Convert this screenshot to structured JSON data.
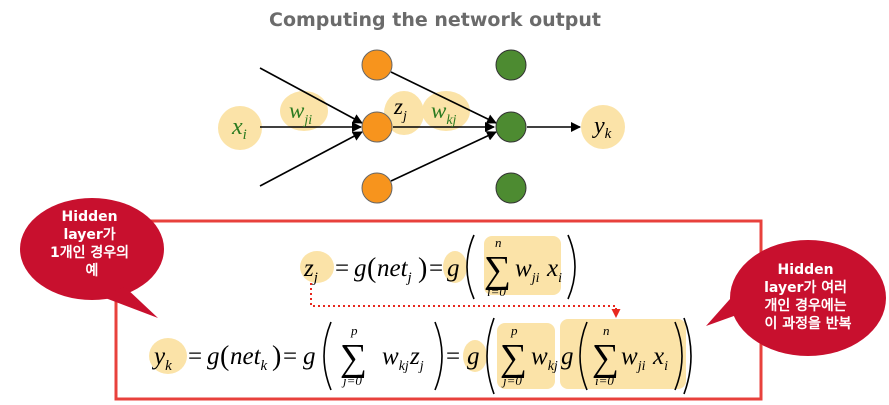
{
  "title": "Computing the network output",
  "network": {
    "input_label": "x",
    "input_sub": "i",
    "weight_in_label": "w",
    "weight_in_sub": "ji",
    "hidden_label": "z",
    "hidden_sub": "j",
    "weight_out_label": "w",
    "weight_out_sub": "kj",
    "output_label": "y",
    "output_sub": "k",
    "colors": {
      "hidden_node": "#f7941d",
      "output_node": "#4d8b31",
      "highlight": "#fbe3a8",
      "frame": "#e8413c",
      "callout": "#c8102e"
    }
  },
  "callouts": {
    "left": [
      "Hidden",
      "layer가",
      "1개인 경우의",
      "예"
    ],
    "right": [
      "Hidden",
      "layer가 여러",
      "개인 경우에는",
      "이 과정을 반복"
    ]
  },
  "eq1": {
    "lhs": "z",
    "lhs_sub": "j",
    "eq": "=",
    "g1": "g",
    "net": "net",
    "net_sub": "j",
    "g2": "g",
    "sum_top": "n",
    "sum_bot": "i=0",
    "w": "w",
    "w_sub": "ji",
    "x": "x",
    "x_sub": "i"
  },
  "eq2": {
    "lhs": "y",
    "lhs_sub": "k",
    "eq": "=",
    "g1": "g",
    "net": "net",
    "net_sub": "k",
    "g2": "g",
    "sum1_top": "p",
    "sum1_bot": "j=0",
    "w1": "w",
    "w1_sub": "kj",
    "z": "z",
    "z_sub": "j",
    "g3": "g",
    "sum2_top": "p",
    "sum2_bot": "j=0",
    "w2": "w",
    "w2_sub": "kj",
    "g4": "g",
    "sum3_top": "n",
    "sum3_bot": "i=0",
    "w3": "w",
    "w3_sub": "ji",
    "x": "x",
    "x_sub": "i"
  }
}
